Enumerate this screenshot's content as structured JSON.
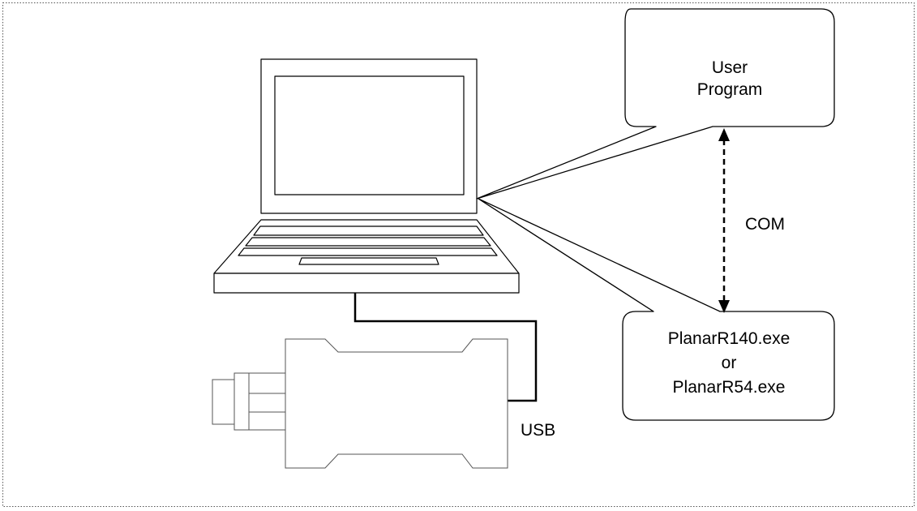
{
  "diagram": {
    "user_program": {
      "line1": "User",
      "line2": "Program"
    },
    "server_program": {
      "line1": "PlanarR140.exe",
      "line2": "or",
      "line3": "PlanarR54.exe"
    },
    "com_label": "COM",
    "usb_label": "USB"
  }
}
